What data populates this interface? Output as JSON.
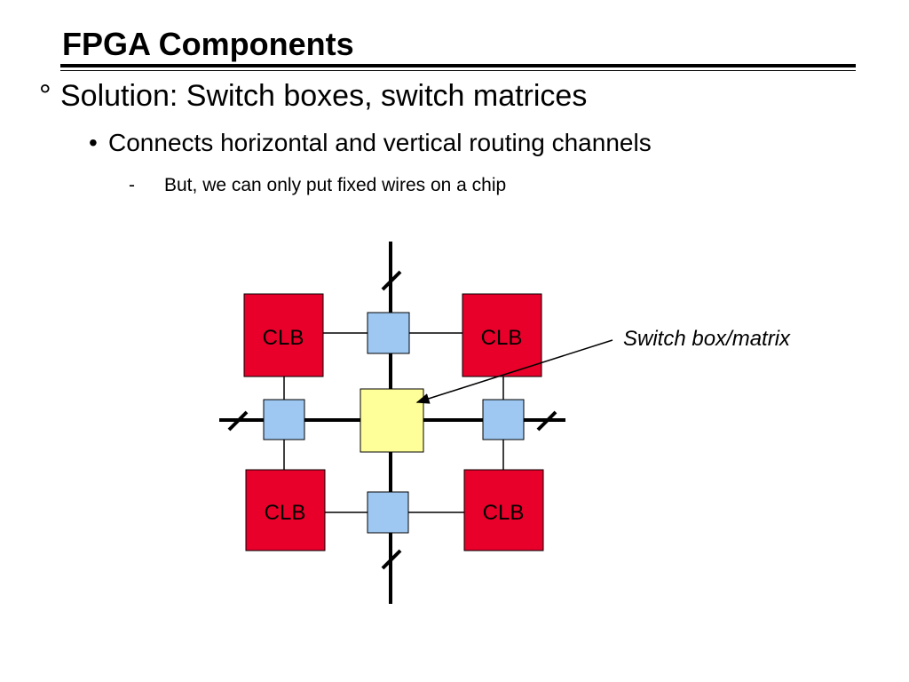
{
  "slide": {
    "title": "FPGA Components",
    "bullets": [
      {
        "marker": "°",
        "text": "Solution: Switch boxes, switch matrices"
      },
      {
        "marker": "•",
        "text": "Connects horizontal and vertical routing channels"
      },
      {
        "marker": "-",
        "text": "But, we can only put fixed wires on a chip"
      }
    ]
  },
  "diagram": {
    "clb_label": "CLB",
    "callout_label": "Switch box/matrix",
    "colors": {
      "clb": "#e8002a",
      "switch_box": "#9ec8f2",
      "switch_matrix": "#ffff99",
      "wire": "#000000"
    }
  }
}
